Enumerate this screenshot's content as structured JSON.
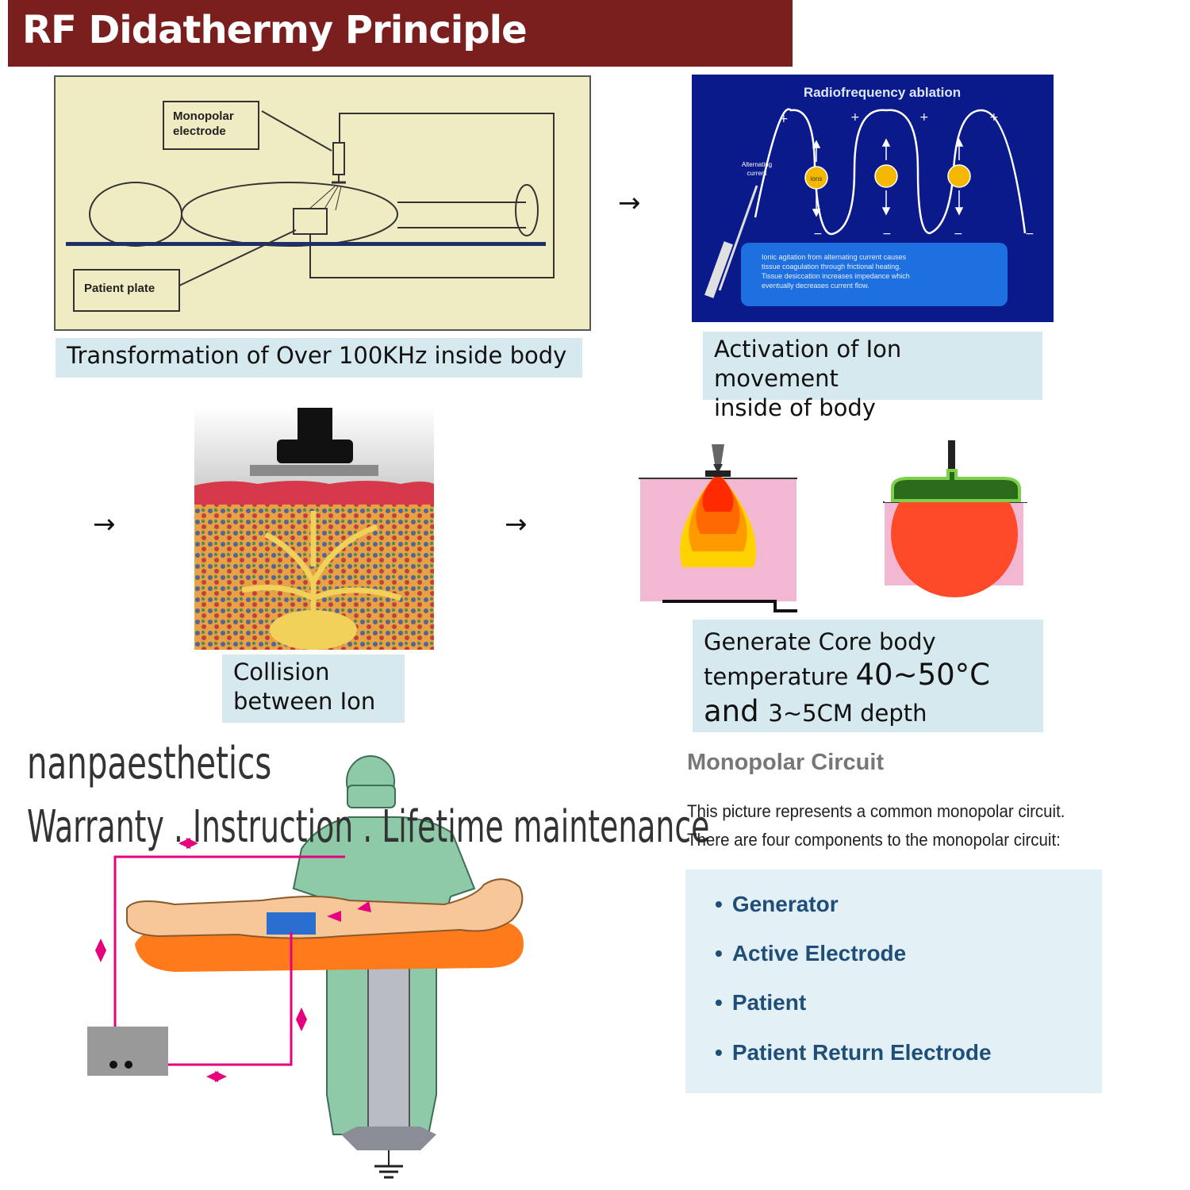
{
  "header": {
    "title": "RF Didathermy Principle"
  },
  "panel1": {
    "monopolar_label_line1": "Monopolar",
    "monopolar_label_line2": "electrode",
    "patient_plate_label": "Patient plate",
    "caption": "Transformation of Over 100KHz inside body"
  },
  "panel2": {
    "title": "Radiofrequency ablation",
    "alternating_line1": "Alternating",
    "alternating_line2": "current",
    "ion_label": "ions",
    "info_line1": "Ionic agitation from alternating current causes",
    "info_line2": "tissue coagulation through frictional heating.",
    "info_line3": "Tissue desiccation increases impedance which",
    "info_line4": "eventually decreases current flow.",
    "caption_line1": "Activation of Ion movement",
    "caption_line2": "inside of body"
  },
  "panel3": {
    "caption_line1": "Collision",
    "caption_line2": "between Ion"
  },
  "panel4": {
    "caption_line1": "Generate Core body",
    "caption_line2a": "temperature ",
    "caption_line2b": "40~50°C",
    "caption_line3a": "and ",
    "caption_line3b": "3~5CM depth"
  },
  "arrows": {
    "symbol": "→"
  },
  "brand": {
    "name": "nanpaesthetics",
    "tagline": "Warranty . Instruction . Lifetime maintenance"
  },
  "monopolar": {
    "title": "Monopolar Circuit",
    "text_line1": "This picture represents a common monopolar circuit.",
    "text_line2": "There are four components to the monopolar circuit:",
    "items": [
      "Generator",
      "Active Electrode",
      "Patient",
      "Patient Return Electrode"
    ]
  },
  "colors": {
    "header_bg": "#7a1e1e",
    "caption_bg": "#d6e9ee",
    "panel1_bg": "#efebc2",
    "panel2_bg": "#0a1a8a",
    "circuit_wire": "#e6007e",
    "list_text": "#1f4f78"
  }
}
